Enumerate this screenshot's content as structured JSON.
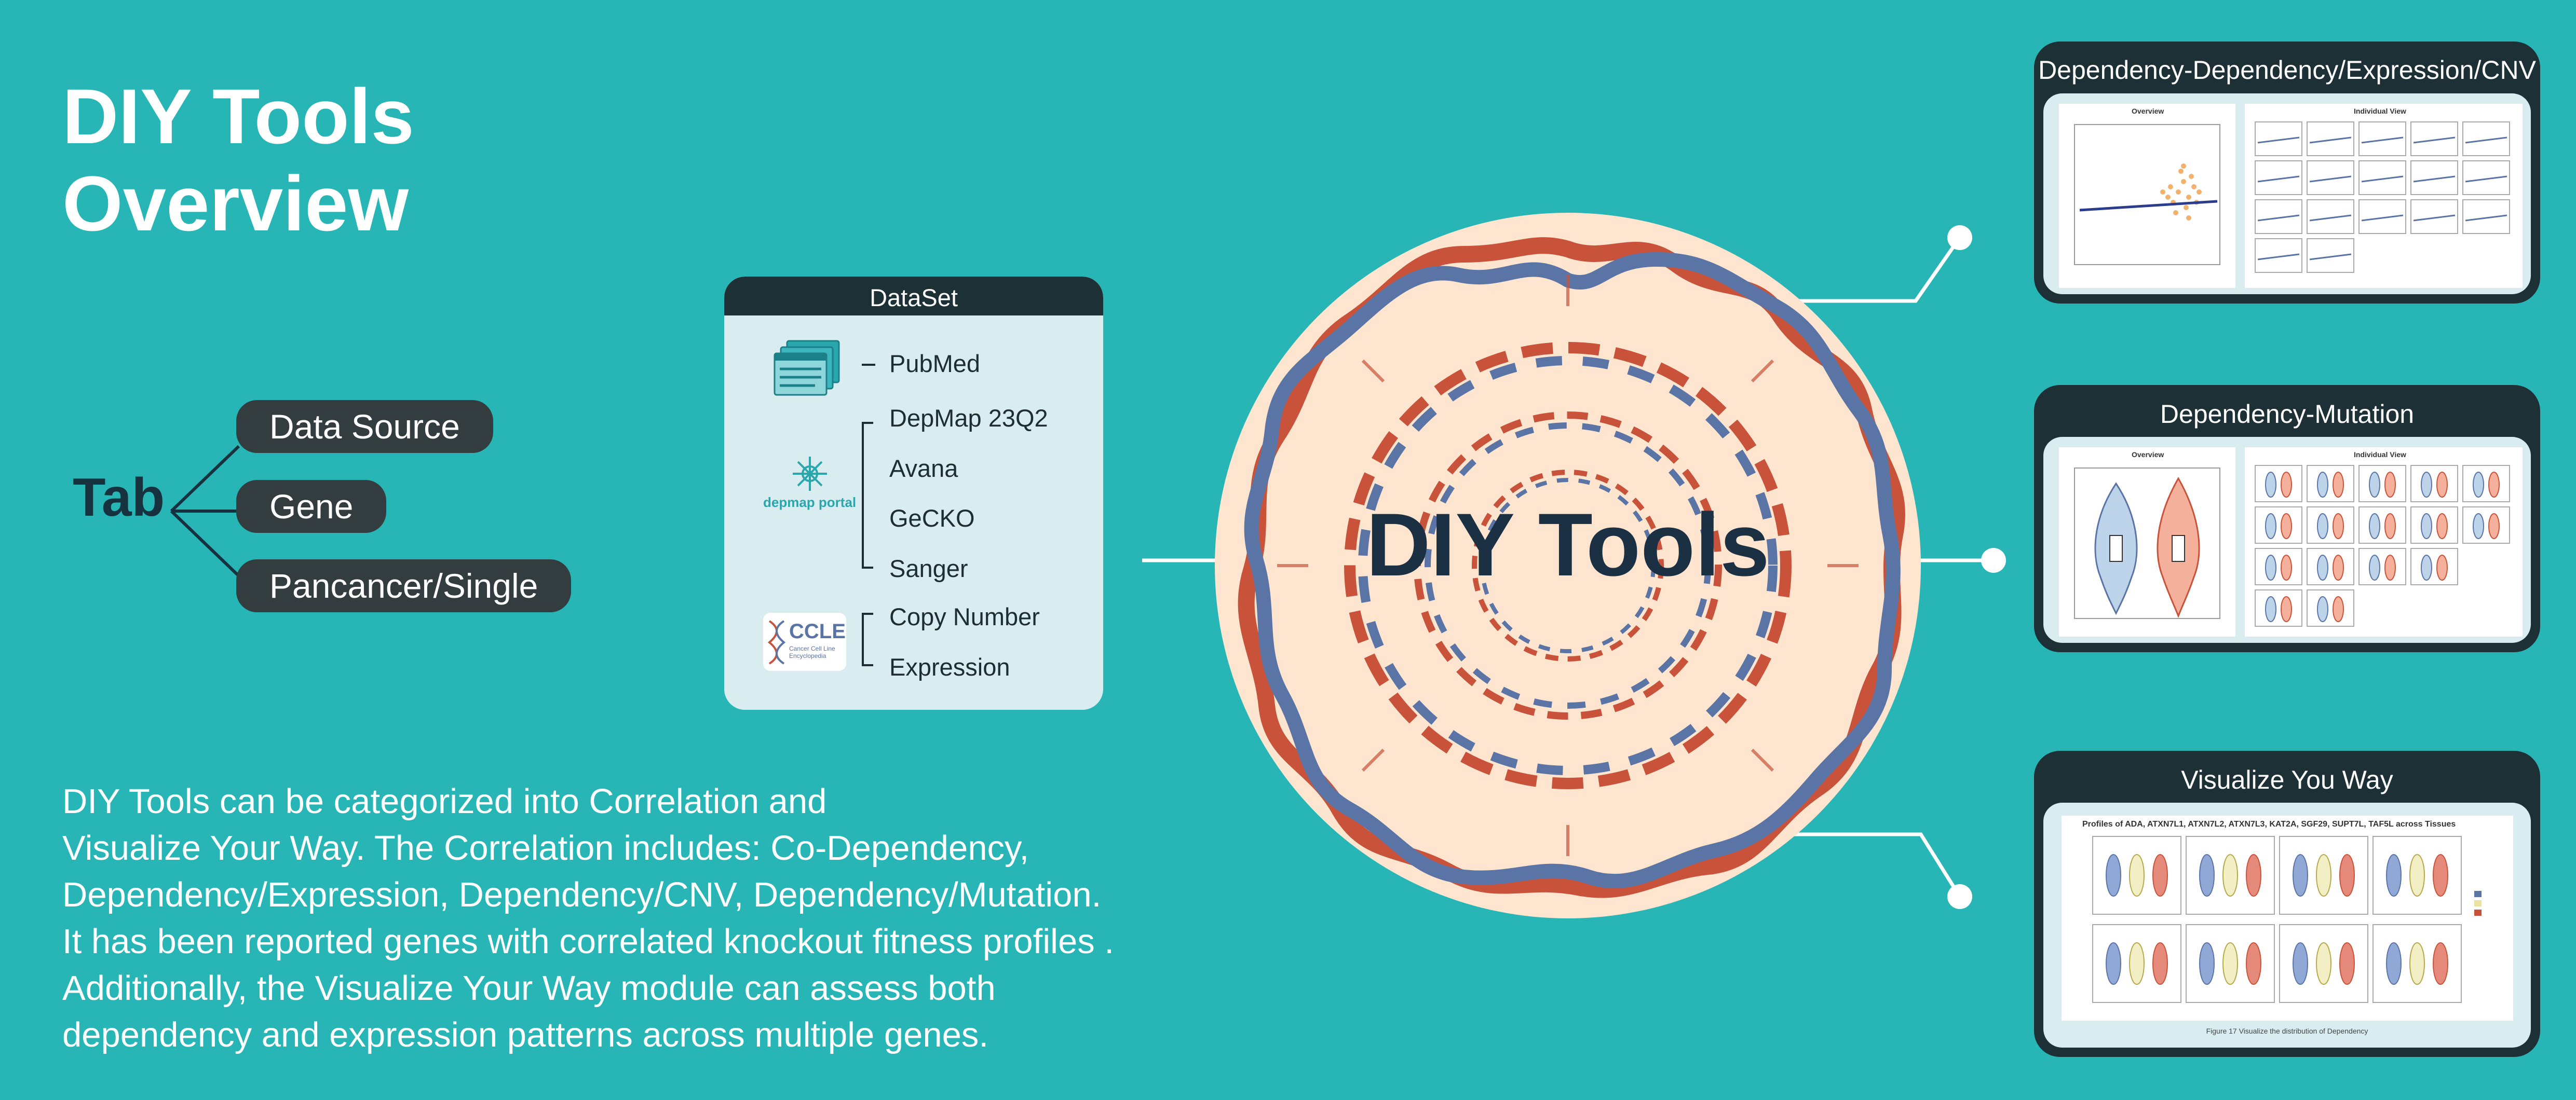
{
  "title": {
    "line1": "DIY Tools",
    "line2": "Overview"
  },
  "tab": {
    "label": "Tab",
    "items": [
      {
        "label": "Data Source"
      },
      {
        "label": "Gene"
      },
      {
        "label": "Pancancer/Single"
      }
    ]
  },
  "dataset": {
    "title": "DataSet",
    "pubmed": "PubMed",
    "depmap_logo": "depmap portal",
    "depmap_items": [
      "DepMap 23Q2",
      "Avana",
      "GeCKO",
      "Sanger"
    ],
    "ccle_logo": "CCLE",
    "ccle_logo_sub": "Cancer Cell Line Encyclopedia",
    "ccle_items": [
      "Copy Number",
      "Expression"
    ]
  },
  "center": {
    "title": "DIY Tools"
  },
  "panels": [
    {
      "title": "Dependency-Dependency/Expression/CNV",
      "left_label": "Overview",
      "right_label": "Individual View"
    },
    {
      "title": "Dependency-Mutation",
      "left_label": "Overview",
      "right_label": "Individual View"
    },
    {
      "title": "Visualize You Way",
      "chart_title": "Profiles of ADA, ATXN7L1, ATXN7L2, ATXN7L3, KAT2A, SGF29, SUPT7L, TAF5L across Tissues",
      "caption": "Figure 17 Visualize the distribution of Dependency"
    }
  ],
  "description": [
    "DIY Tools can be categorized into Correlation and",
    "Visualize Your Way. The Correlation includes: Co-Dependency,",
    "Dependency/Expression, Dependency/CNV, Dependency/Mutation.",
    "It has been reported genes with correlated knockout fitness profiles .",
    "Additionally, the Visualize Your Way module can assess both",
    "dependency and expression patterns across multiple genes."
  ],
  "colors": {
    "background": "#27b5b5",
    "dark": "#1c3036",
    "pill": "#333d3f",
    "panel_body": "#d9ecef",
    "circle": "#fde5d0",
    "helix_red": "#c8533a",
    "helix_blue": "#5b74a6"
  }
}
